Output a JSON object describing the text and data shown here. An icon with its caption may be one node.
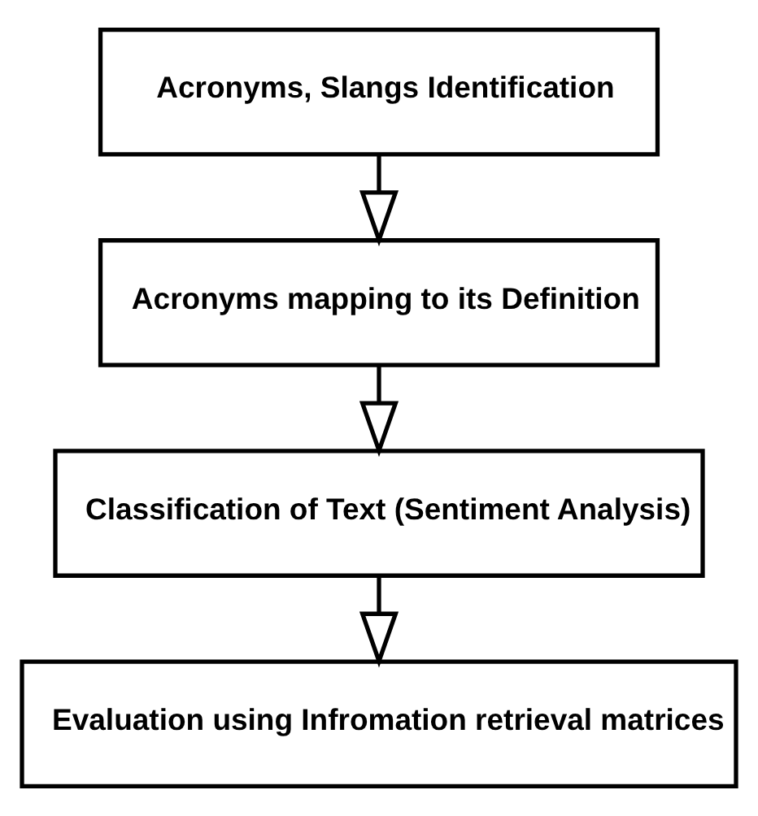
{
  "diagram": {
    "nodes": [
      {
        "text": [
          "Acronyms, Slangs Identification"
        ]
      },
      {
        "text": [
          "Acronyms mapping to its Definition"
        ]
      },
      {
        "text": [
          "Classification of Text (Sentiment Analysis)"
        ]
      },
      {
        "text": [
          "Evaluation using Infromation retrieval matrices"
        ]
      }
    ],
    "edges": [
      {
        "from": 0,
        "to": 1,
        "arrow": "to"
      },
      {
        "from": 1,
        "to": 2,
        "arrow": "to"
      },
      {
        "from": 2,
        "to": 3,
        "arrow": "to"
      }
    ]
  }
}
